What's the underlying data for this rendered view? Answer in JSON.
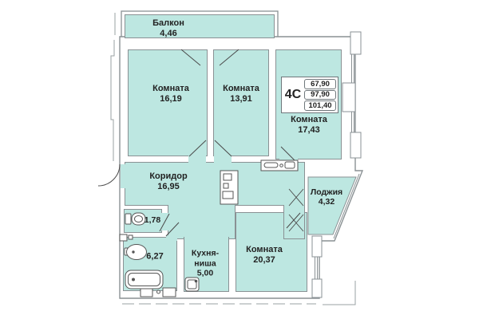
{
  "plan": {
    "unit": {
      "label": "4С",
      "area_values": [
        "67,90",
        "97,90",
        "101,40"
      ]
    },
    "rooms": [
      {
        "id": "balcony",
        "name": "Балкон",
        "area": "4,46"
      },
      {
        "id": "room-1",
        "name": "Комната",
        "area": "16,19"
      },
      {
        "id": "room-2",
        "name": "Комната",
        "area": "13,91"
      },
      {
        "id": "room-3",
        "name": "Комната",
        "area": "17,43"
      },
      {
        "id": "corridor",
        "name": "Коридор",
        "area": "16,95"
      },
      {
        "id": "loggia",
        "name": "Лоджия",
        "area": "4,32"
      },
      {
        "id": "wc",
        "name": "",
        "area": "1,78"
      },
      {
        "id": "bathroom",
        "name": "",
        "area": "6,27"
      },
      {
        "id": "kitchen",
        "name": "Кухня-ниша",
        "area": "5,00"
      },
      {
        "id": "room-4",
        "name": "Комната",
        "area": "20,37"
      }
    ],
    "colors": {
      "room_fill": "#bde7e1",
      "wall_line": "#8a9194"
    }
  }
}
